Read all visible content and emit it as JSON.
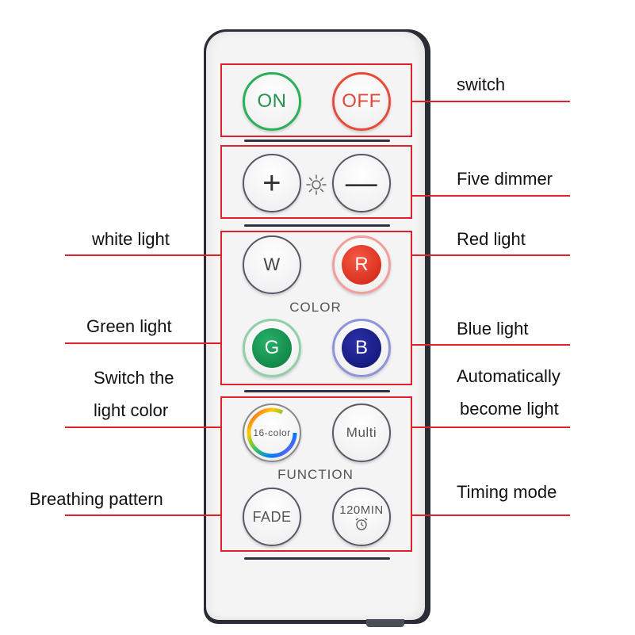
{
  "switch_group": {
    "on_label": "ON",
    "off_label": "OFF"
  },
  "dimmer_group": {
    "plus_label": "+",
    "minus_label": "—"
  },
  "color_group": {
    "section_label": "COLOR",
    "white_label": "W",
    "red_label": "R",
    "green_label": "G",
    "blue_label": "B"
  },
  "function_group": {
    "section_label": "FUNCTION",
    "color16_label": "16-color",
    "multi_label": "Multi",
    "fade_label": "FADE",
    "timer_label": "120MIN"
  },
  "callouts": {
    "switch": "switch",
    "five_dimmer": "Five dimmer",
    "white_light": "white light",
    "red_light": "Red light",
    "green_light": "Green light",
    "blue_light": "Blue light",
    "switch_color_line1": "Switch the",
    "switch_color_line2": "light color",
    "auto_line1": "Automatically",
    "auto_line2": "become light",
    "breathing_pattern": "Breathing pattern",
    "timing_mode": "Timing mode"
  },
  "colors": {
    "callout_red": "#e0202a",
    "on_green": "#2bb05a",
    "off_red": "#ea4a3c",
    "red_button": "#cf1f10",
    "green_button": "#0b7a3c",
    "blue_button": "#0f1370",
    "remote_frame": "#2a2d35"
  },
  "icons": {
    "brightness": "sun-icon",
    "timer": "alarm-clock-icon",
    "color_ring": "rainbow-ring-icon"
  }
}
